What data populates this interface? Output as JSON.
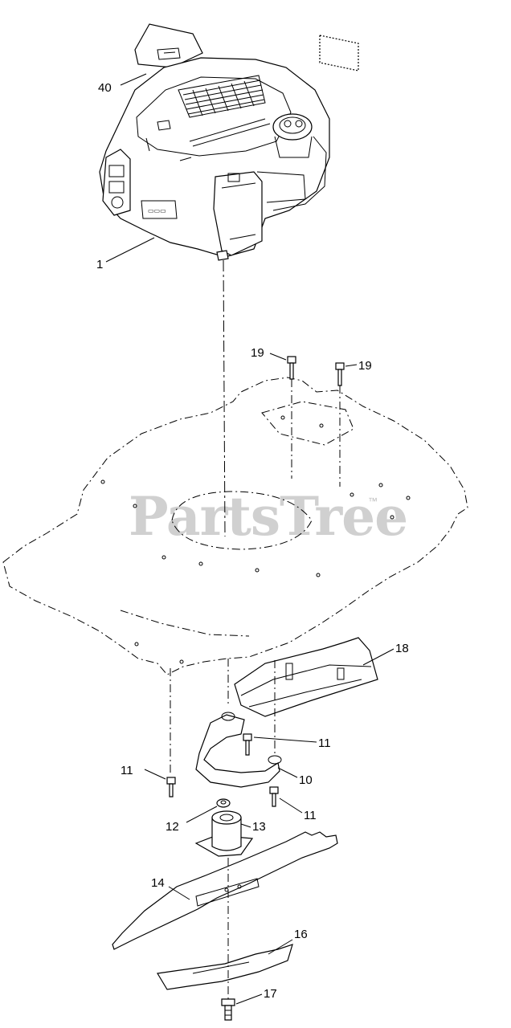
{
  "watermark": {
    "text": "PartsTree",
    "trademark": "™"
  },
  "callouts": {
    "engine": "1",
    "decal": "40",
    "bolt_top_left": "19",
    "bolt_top_right": "19",
    "baffle": "18",
    "bolt_mid_right": "11",
    "bolt_left": "11",
    "bolt_lower_right": "11",
    "bracket": "10",
    "key": "12",
    "adapter": "13",
    "blade": "14",
    "blade_lower": "16",
    "blade_bolt": "17"
  }
}
